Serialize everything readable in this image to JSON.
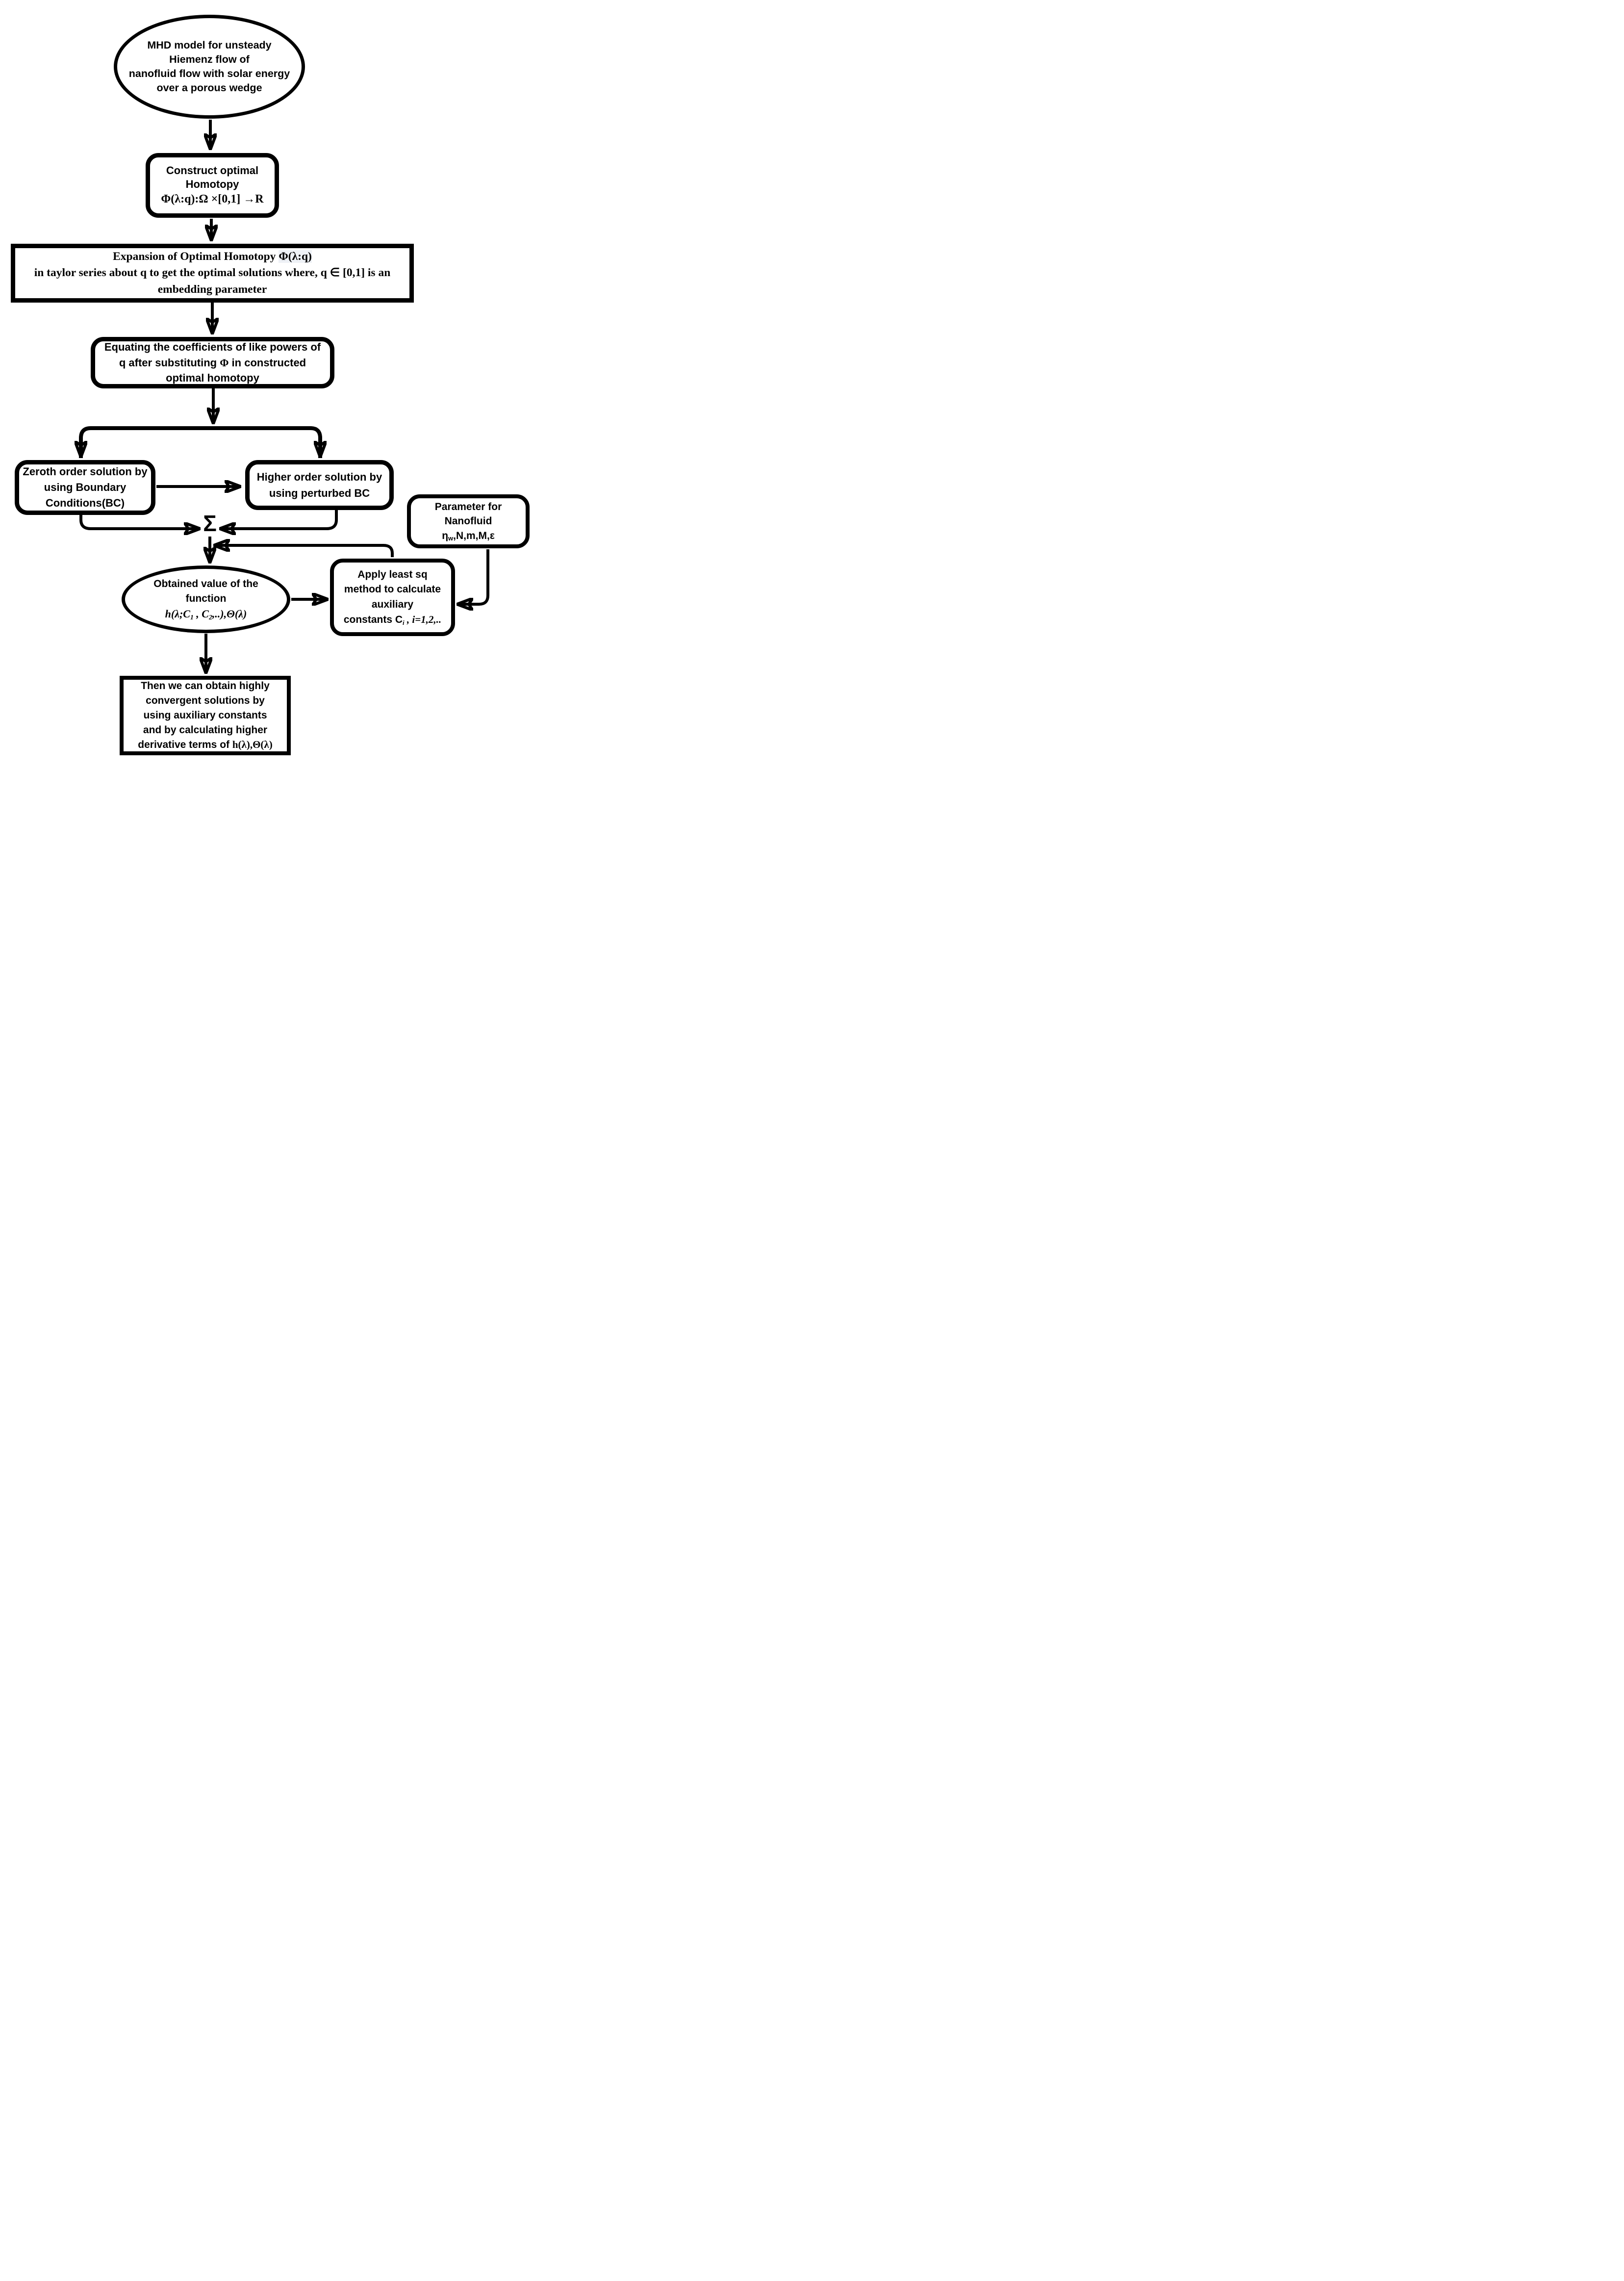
{
  "page": {
    "background": "#ffffff",
    "ink": "#000000"
  },
  "nodes": {
    "start": {
      "lines": [
        "MHD model for unsteady",
        "Hiemenz flow of",
        "nanofluid flow with solar energy",
        "over a porous wedge"
      ]
    },
    "construct": {
      "lines": [
        "Construct optimal",
        "Homotopy"
      ],
      "formula": "Φ(λ:q):Ω ×[0,1] →R"
    },
    "expansion": {
      "line1_prefix": "Expansion of Optimal Homotopy ",
      "line1_formula": "Φ(λ:q)",
      "line2": "in taylor series about q to get the optimal solutions where, q ∈ [0,1] is an",
      "line3": "embedding parameter"
    },
    "equating": {
      "line1": "Equating the coefficients of like powers of",
      "line2_prefix": "q after substituting ",
      "line2_phi": "Φ",
      "line2_suffix": "  in constructed",
      "line3": "optimal homotopy"
    },
    "zeroth": {
      "lines": [
        "Zeroth order solution by",
        "using Boundary",
        "Conditions(BC)"
      ]
    },
    "higher": {
      "lines": [
        "Higher order solution by",
        "using perturbed BC"
      ]
    },
    "sigma": {
      "symbol": "Σ"
    },
    "parameter": {
      "lines": [
        "Parameter for",
        "Nanofluid"
      ],
      "formula_eta": "η",
      "formula_sub": "w",
      "formula_rest": ",N,m,M,ε"
    },
    "obtained": {
      "lines": [
        "Obtained value of the",
        "function"
      ],
      "f_head": "h(λ;C",
      "f_sub1": "1",
      "f_mid": " , C",
      "f_sub2": "2",
      "f_tail": ",..),Θ(λ)"
    },
    "apply": {
      "lines": [
        "Apply least sq",
        "method to calculate",
        "auxiliary"
      ],
      "f_head": "constants  C",
      "f_sub": "i",
      "f_tail": " , i=1,2,.."
    },
    "final": {
      "lines": [
        "Then we can obtain highly",
        "convergent solutions by",
        "using  auxiliary constants",
        "and by calculating higher"
      ],
      "f_prefix": "derivative terms of ",
      "f_formula": "h(λ),Θ(λ)"
    }
  }
}
